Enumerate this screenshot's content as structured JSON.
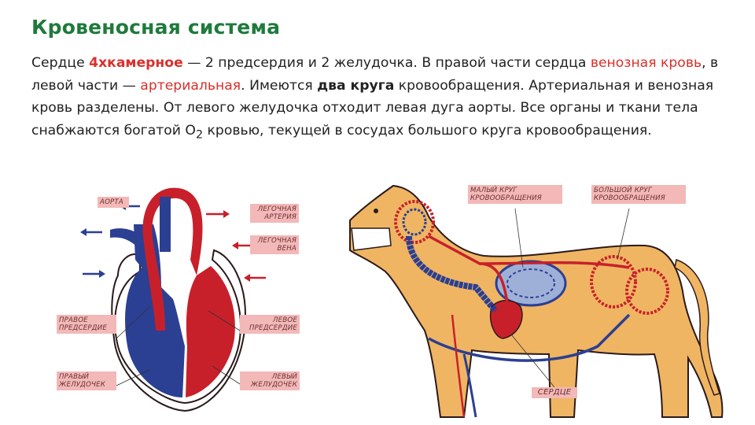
{
  "title": "Кровеносная система",
  "text": {
    "s1_a": "Сердце ",
    "s1_b": "4хкамерное",
    "s1_c": " — 2 предсердия и 2 желудочка. В правой части сердца ",
    "s1_d": "венозная кровь",
    "s1_e": ", в левой части — ",
    "s1_f": "артериальная",
    "s1_g": ". Имеются ",
    "s1_h": "два круга",
    "s1_i": " кровообращения. Артериальная и венозная кровь разделены. От левого желудочка отходит левая дуга аорты. Все органы и ткани тела снабжаются богатой О",
    "s1_sub": "2",
    "s1_j": " кровью, текущей в сосудах большого круга кровообращения."
  },
  "heart_labels": {
    "aorta": "АОРТА",
    "pulm_artery": "ЛЕГОЧНАЯ АРТЕРИЯ",
    "pulm_vein": "ЛЕГОЧНАЯ ВЕНА",
    "right_atrium": "ПРАВОЕ ПРЕДСЕРДИЕ",
    "left_atrium": "ЛЕВОЕ ПРЕДСЕРДИЕ",
    "right_ventricle": "ПРАВЫЙ ЖЕЛУДОЧЕК",
    "left_ventricle": "ЛЕВЫЙ ЖЕЛУДОЧЕК"
  },
  "dog_labels": {
    "small_circle": "МАЛЫЙ КРУГ КРОВООБРАЩЕНИЯ",
    "big_circle": "БОЛЬШОЙ КРУГ КРОВООБРАЩЕНИЯ",
    "heart": "СЕРДЦЕ"
  },
  "colors": {
    "title": "#1f7a3c",
    "accent_red": "#d9302b",
    "arterial": "#c8202a",
    "venous": "#2b3f93",
    "label_bg": "#f3b8b8",
    "dog_body": "#f0b563"
  }
}
